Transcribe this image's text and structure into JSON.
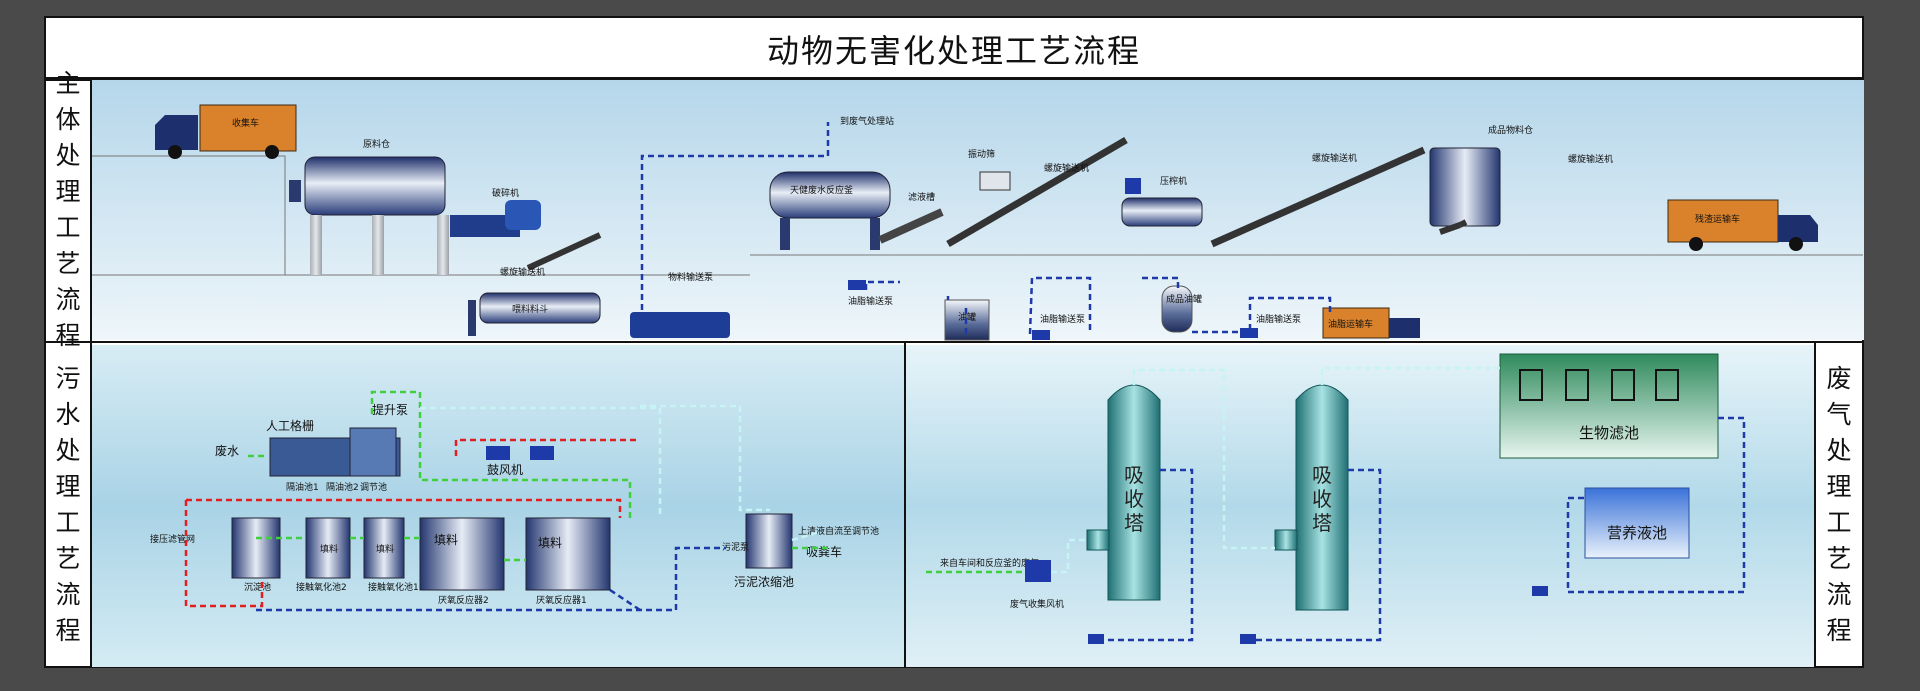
{
  "title": "动物无害化处理工艺流程",
  "sections": {
    "main": "主体处理工艺流程",
    "sewage": "污水处理工艺流程",
    "waste_gas": "废气处理工艺流程"
  },
  "main_labels": {
    "collection_truck": "收集车",
    "raw_bin": "原料仓",
    "crusher": "破碎机",
    "screw_conveyor_1": "螺旋输送机",
    "feed_hopper": "喂料料斗",
    "material_pump": "物料输送泵",
    "to_gas_treatment": "到废气处理站",
    "reactor": "天健废水反应釜",
    "drain_tank": "滤液槽",
    "oil_pump_1": "油脂输送泵",
    "oil_tank": "油罐",
    "vibrating_screen": "振动筛",
    "screw_conveyor_2": "螺旋输送机",
    "press": "压榨机",
    "oil_pump_2": "油脂输送泵",
    "finished_oil_tank": "成品油罐",
    "oil_pump_3": "油脂输送泵",
    "oil_truck": "油脂运输车",
    "screw_conveyor_3": "螺旋输送机",
    "product_bin": "成品物料仓",
    "screw_conveyor_4": "螺旋输送机",
    "residue_truck": "残渣运输车"
  },
  "sewage_labels": {
    "waste_water": "废水",
    "grating": "人工格栅",
    "lift_pump": "提升泵",
    "oil_sep": "隔油池1",
    "oil_sep_2": "隔油池2",
    "regulating": "调节池",
    "blower": "鼓风机",
    "sludge_return": "接压滤管网",
    "settling": "沉淀池",
    "contact_ox_2": "接触氧化池2",
    "contact_ox_1": "接触氧化池1",
    "filler": "填料",
    "anaerobic_2": "厌氧反应器2",
    "anaerobic_1": "厌氧反应器1",
    "supernatant": "上清液自流至调节池",
    "sludge_truck": "吸粪车",
    "sludge_pump": "污泥泵",
    "thickener": "污泥浓缩池"
  },
  "gas_labels": {
    "source": "来自车间和反应釜的废气",
    "collection_fan": "废气收集风机",
    "tower": "吸收塔",
    "biofilter": "生物滤池",
    "nutrient_tank": "营养液池"
  },
  "colors": {
    "sky_top": "#b8d8ea",
    "sky_bottom": "#e8f3f8",
    "equipment_blue": "#3a4f8f",
    "truck_orange": "#d9822b",
    "pipe_blue": "#1e3aa8",
    "pipe_green": "#3fcf3f",
    "pipe_red": "#e02020",
    "pipe_cyan": "#c6f4f4",
    "tower_teal": "#2f8c8c"
  }
}
